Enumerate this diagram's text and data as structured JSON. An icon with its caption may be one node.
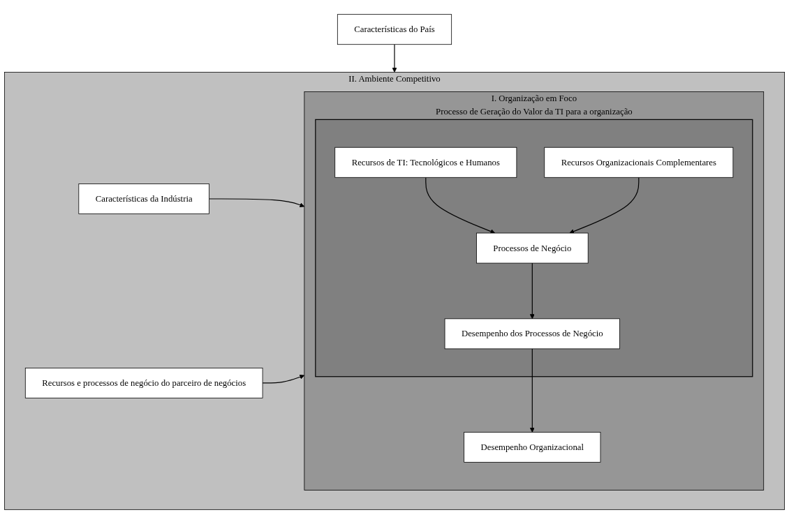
{
  "diagram": {
    "nodes": [
      {
        "text": [
          "Características do País"
        ]
      },
      {
        "text": [
          "II. Ambiente Competitivo"
        ]
      },
      {
        "text": [
          "Características da Indústria"
        ],
        "in": 1
      },
      {
        "text": [
          "I. Organização em Foco",
          "Processo de Geração do Valor da TI para a organização"
        ],
        "in": 1
      },
      {
        "text": [],
        "shape": "box",
        "in": 3
      },
      {
        "text": [
          "Recursos de TI: Tecnológicos e Humanos"
        ],
        "in": 4
      },
      {
        "text": [
          "Recursos Organizacionais Complementares"
        ],
        "in": 4
      },
      {
        "text": [
          "Processos de Negócio"
        ],
        "in": 4
      },
      {
        "text": [
          "Desempenho dos Processos de Negócio"
        ],
        "in": 4
      },
      {
        "text": [
          "Desempenho Organizacional"
        ],
        "in": 3
      },
      {
        "text": [
          "Recursos e processos de negócio do parceiro de negócios"
        ],
        "in": 1
      }
    ],
    "edges": [
      {
        "from": 0,
        "to": 1,
        "arrow": "to"
      },
      {
        "from": 2,
        "to": 3,
        "arrow": "to"
      },
      {
        "from": 5,
        "to": 7,
        "arrow": "to"
      },
      {
        "from": 6,
        "to": 7,
        "arrow": "to"
      },
      {
        "from": 7,
        "to": 8,
        "arrow": "to"
      },
      {
        "from": 8,
        "to": 9,
        "arrow": "to"
      },
      {
        "from": 10,
        "to": 3,
        "arrow": "to"
      }
    ]
  }
}
